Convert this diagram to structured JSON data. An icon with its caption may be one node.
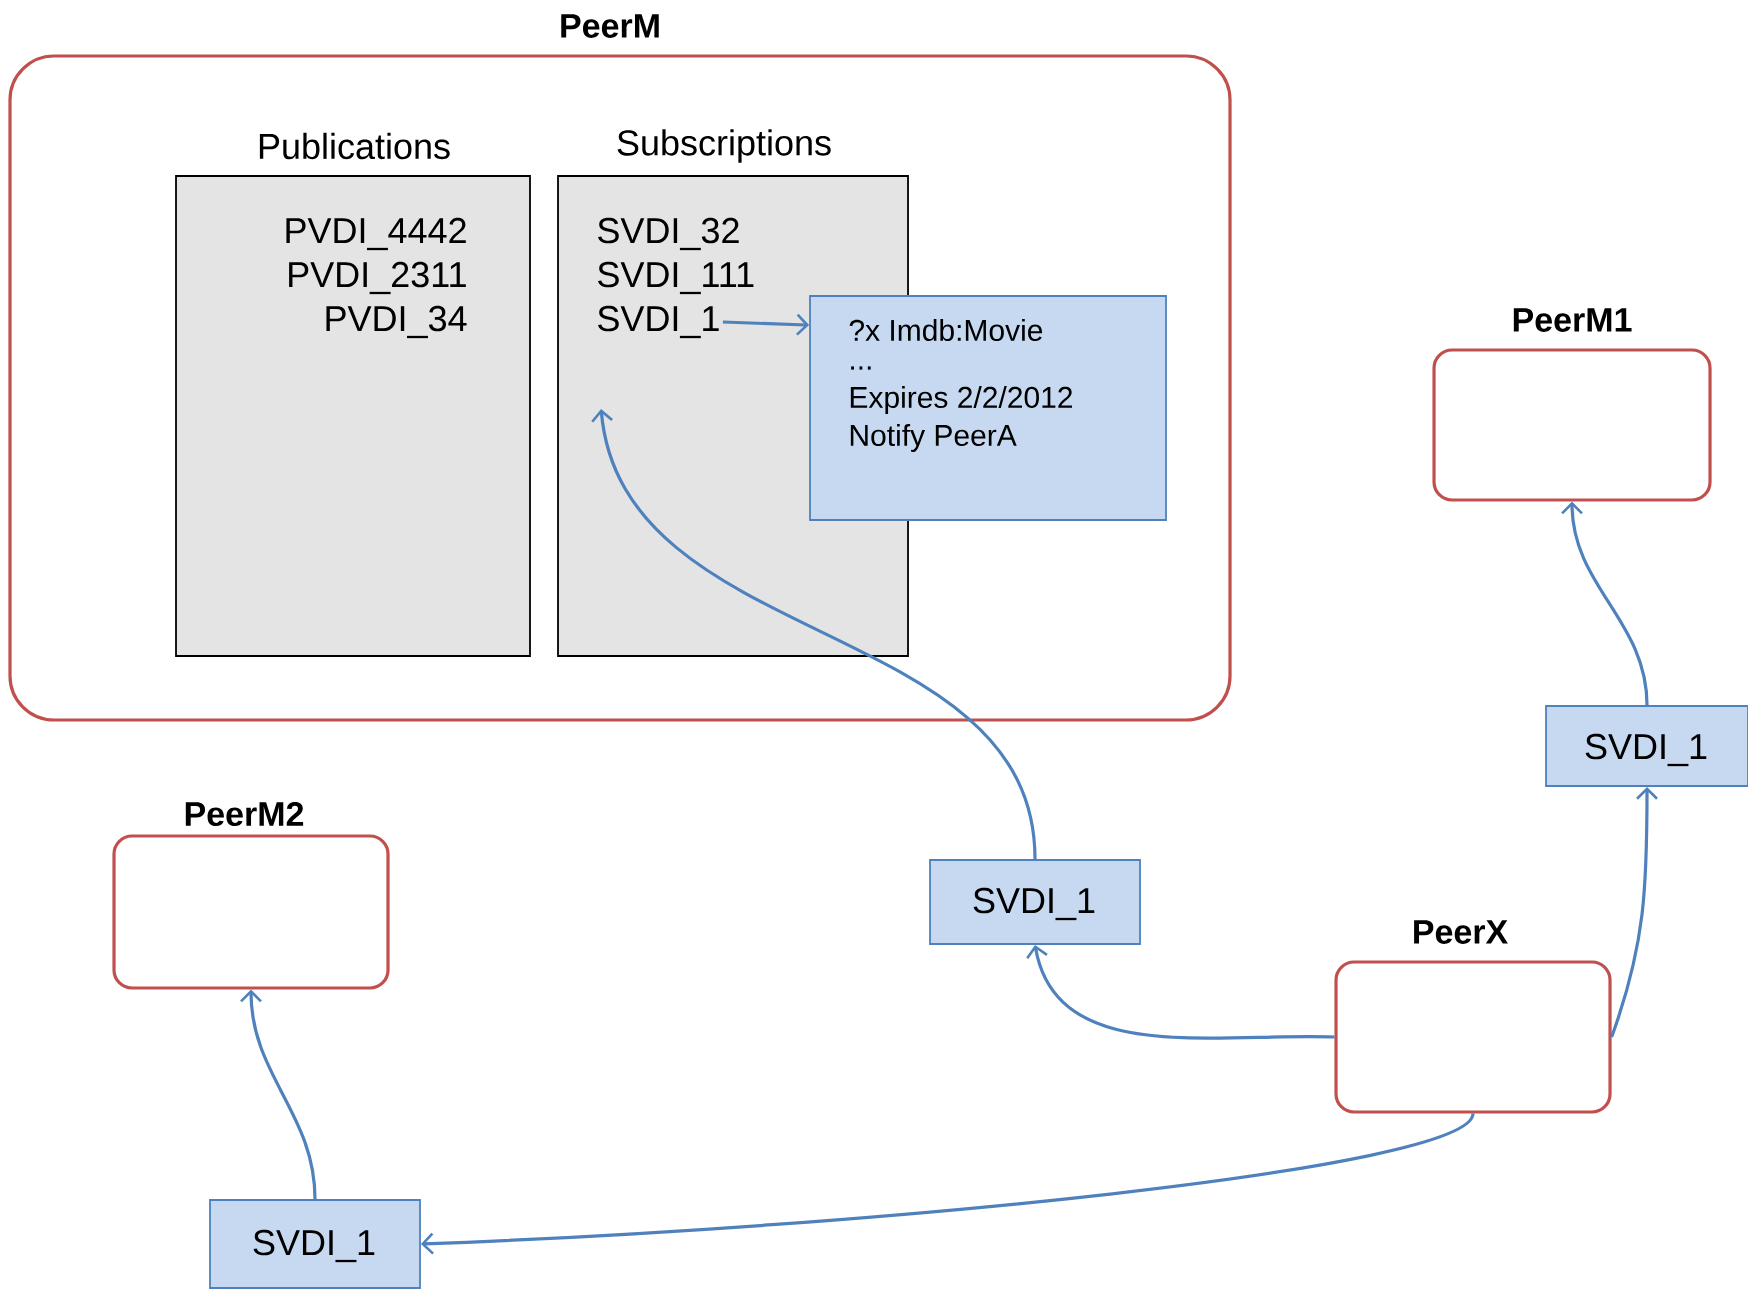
{
  "diagram": {
    "nodes": [
      {
        "text": [
          "PeerM"
        ]
      },
      {
        "text": [
          "Publications",
          "PVDI_4442",
          "PVDI_2311",
          "PVDI_34"
        ],
        "in": 0
      },
      {
        "text": [
          "Subscriptions",
          "SVDI_32",
          "SVDI_111",
          "SVDI_1"
        ],
        "in": 0
      },
      {
        "text": [
          "?x Imdb:Movie",
          "...",
          "Expires 2/2/2012",
          "Notify PeerA"
        ],
        "in": 0
      },
      {
        "text": [
          "PeerM1"
        ]
      },
      {
        "text": [
          "SVDI_1"
        ]
      },
      {
        "text": [
          "PeerM2"
        ]
      },
      {
        "text": [
          "SVDI_1"
        ]
      },
      {
        "text": [
          "PeerX"
        ]
      },
      {
        "text": [
          "SVDI_1"
        ]
      }
    ],
    "edges": [
      {
        "from": 2,
        "to": 3,
        "arrow": "to"
      },
      {
        "from": 7,
        "to": 2,
        "arrow": "to"
      },
      {
        "from": 8,
        "to": 7,
        "arrow": "to"
      },
      {
        "from": 8,
        "to": 5,
        "arrow": "to"
      },
      {
        "from": 5,
        "to": 4,
        "arrow": "to"
      },
      {
        "from": 8,
        "to": 9,
        "arrow": "to"
      },
      {
        "from": 9,
        "to": 6,
        "arrow": "to"
      }
    ]
  }
}
